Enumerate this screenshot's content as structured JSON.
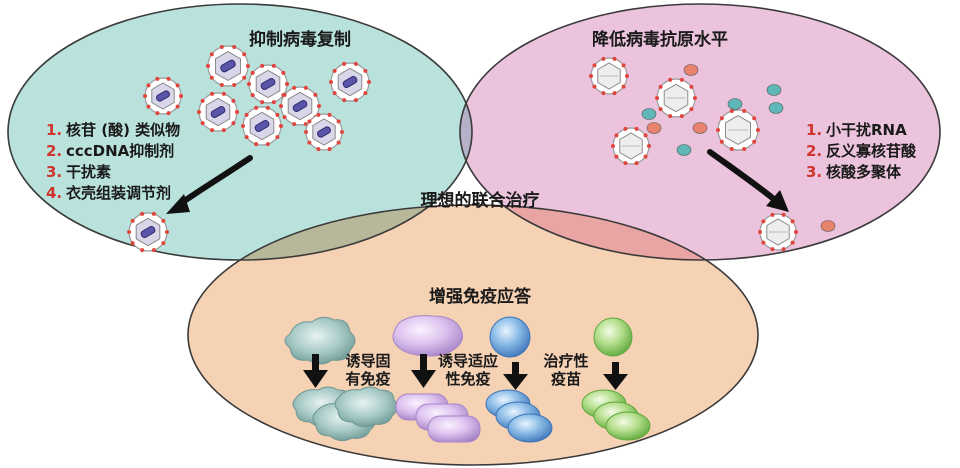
{
  "circles": {
    "left": {
      "title": "抑制病毒复制",
      "items": [
        {
          "num": "1.",
          "text": "核苷 (酸) 类似物"
        },
        {
          "num": "2.",
          "text": "cccDNA抑制剂"
        },
        {
          "num": "3.",
          "text": "干扰素"
        },
        {
          "num": "4.",
          "text": "衣壳组装调节剂"
        }
      ]
    },
    "right": {
      "title": "降低病毒抗原水平",
      "items": [
        {
          "num": "1.",
          "text": "小干扰RNA"
        },
        {
          "num": "2.",
          "text": "反义寡核苷酸"
        },
        {
          "num": "3.",
          "text": "核酸多聚体"
        }
      ]
    },
    "bottom": {
      "title": "增强免疫应答",
      "labels": {
        "innate_l1": "诱导固",
        "innate_l2": "有免疫",
        "adaptive_l1": "诱导适应",
        "adaptive_l2": "性免疫",
        "vaccine_l1": "治疗性",
        "vaccine_l2": "疫苗"
      }
    },
    "center": {
      "title": "理想的联合治疗"
    }
  },
  "colors": {
    "left_fill": "#b9e2dc",
    "right_fill": "#ebc3dc",
    "bottom_fill": "#f6d2b4",
    "lr_overlap": "#b4b1c8",
    "lb_overlap": "#b7b89a",
    "rb_overlap": "#e8a5a4",
    "center_overlap": "#9e9694",
    "number_red": "#d0342c"
  }
}
